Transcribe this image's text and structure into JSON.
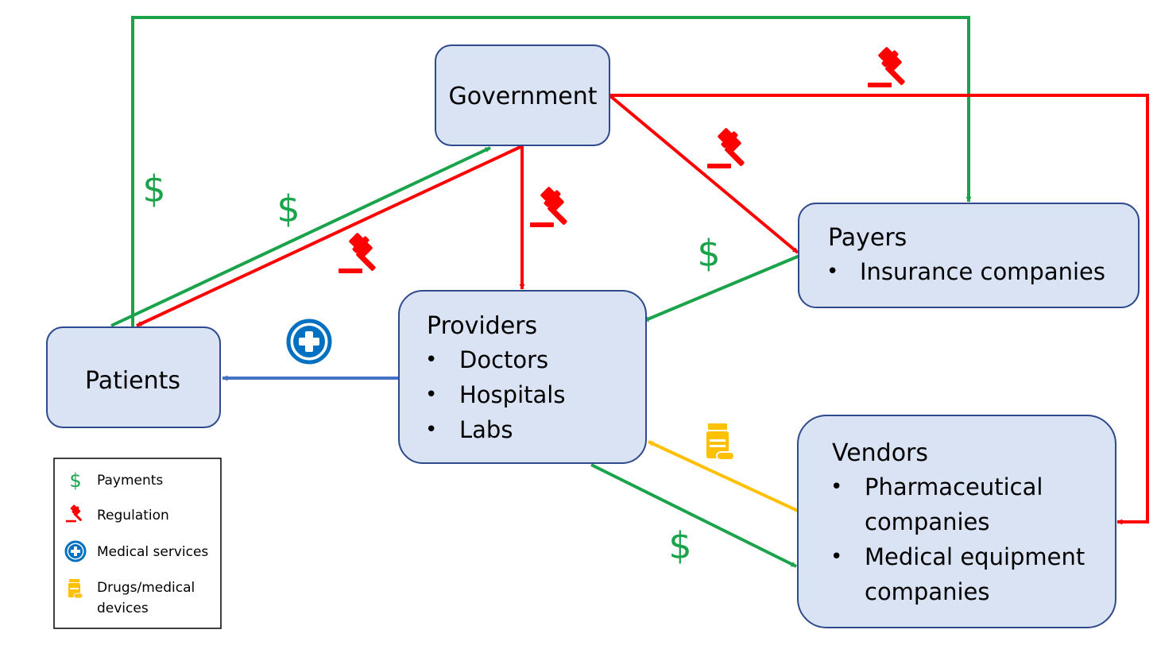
{
  "colors": {
    "payments": "#1aa34a",
    "regulation": "#ff0000",
    "medical_services": "#4472c4",
    "drugs": "#ffc000",
    "node_fill": "#dae3f3",
    "node_stroke": "#2f4a8c"
  },
  "nodes": {
    "government": {
      "title": "Government"
    },
    "payers": {
      "title": "Payers",
      "items": [
        "Insurance companies"
      ]
    },
    "providers": {
      "title": "Providers",
      "items": [
        "Doctors",
        "Hospitals",
        "Labs"
      ]
    },
    "patients": {
      "title": "Patients"
    },
    "vendors": {
      "title": "Vendors",
      "items": [
        "Pharmaceutical",
        "companies",
        "Medical equipment",
        "companies"
      ]
    }
  },
  "flow_symbols": {
    "dollar": "$"
  },
  "icons": {
    "payments": "dollar-icon",
    "regulation": "gavel-icon",
    "medical_services": "medical-cross-icon",
    "drugs": "pill-bottle-icon"
  },
  "legend": {
    "items": [
      {
        "icon": "dollar-icon",
        "label": "Payments"
      },
      {
        "icon": "gavel-icon",
        "label": "Regulation"
      },
      {
        "icon": "medical-cross-icon",
        "label": "Medical services"
      },
      {
        "icon": "pill-bottle-icon",
        "label_line1": "Drugs/medical",
        "label_line2": "devices"
      }
    ]
  }
}
